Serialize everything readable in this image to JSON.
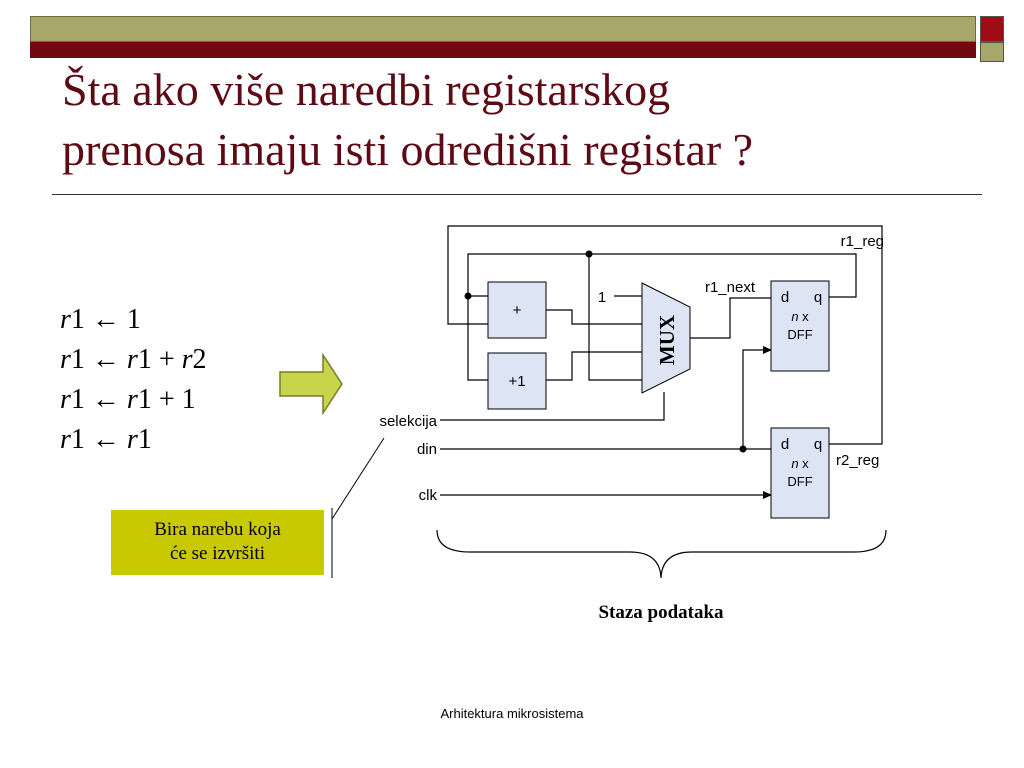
{
  "slide": {
    "title_line1": "Šta ako više naredbi registarskog",
    "title_line2": "prenosa imaju isti odredišni registar ?",
    "footer": "Arhitektura mikrosistema"
  },
  "equations": {
    "arrow": "←",
    "plus": "+",
    "r": "r",
    "one": "1",
    "two": "2"
  },
  "note": {
    "line1": "Bira narebu koja",
    "line2": "će se izvršiti"
  },
  "diagram": {
    "adder": "+",
    "incrementer": "+1",
    "mux": "MUX",
    "const_one": "1",
    "r1_next": "r1_next",
    "r1_reg": "r1_reg",
    "r2_reg": "r2_reg",
    "selekcija": "selekcija",
    "din": "din",
    "clk": "clk",
    "dff_d": "d",
    "dff_q": "q",
    "dff_n": "n",
    "dff_x": "x",
    "dff_name": "DFF",
    "caption": "Staza podataka"
  },
  "colors": {
    "title": "#5c0a14",
    "bar_olive": "#a7a76b",
    "bar_red": "#720812",
    "note_bg": "#c9c900",
    "block_fill": "#dde4f4",
    "arrow_fill": "#c8d44c"
  }
}
